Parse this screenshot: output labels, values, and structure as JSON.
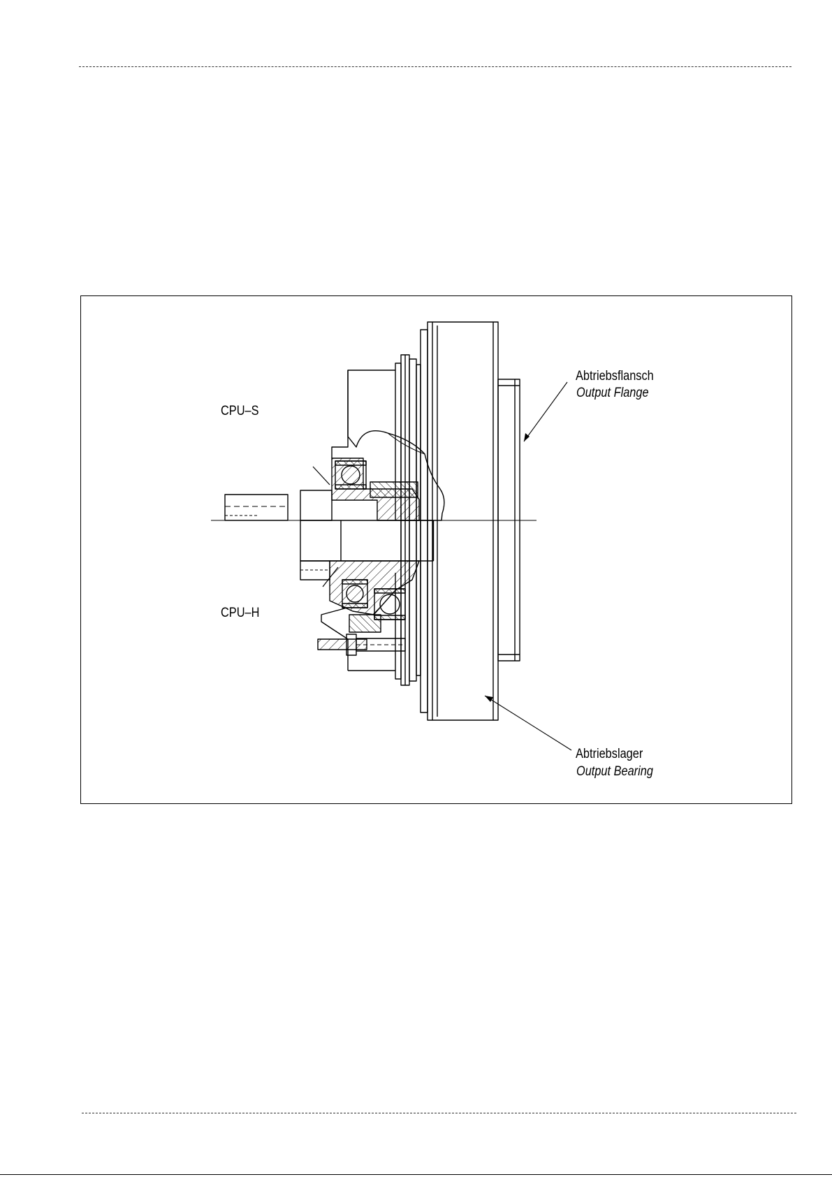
{
  "diagram": {
    "variant_labels": {
      "top": "CPU–S",
      "bottom": "CPU–H"
    },
    "callouts": {
      "output_flange_de": "Abtriebsflansch",
      "output_flange_en": "Output  Flange",
      "output_bearing_de": "Abtriebslager",
      "output_bearing_en": "Output  Bearing"
    }
  }
}
